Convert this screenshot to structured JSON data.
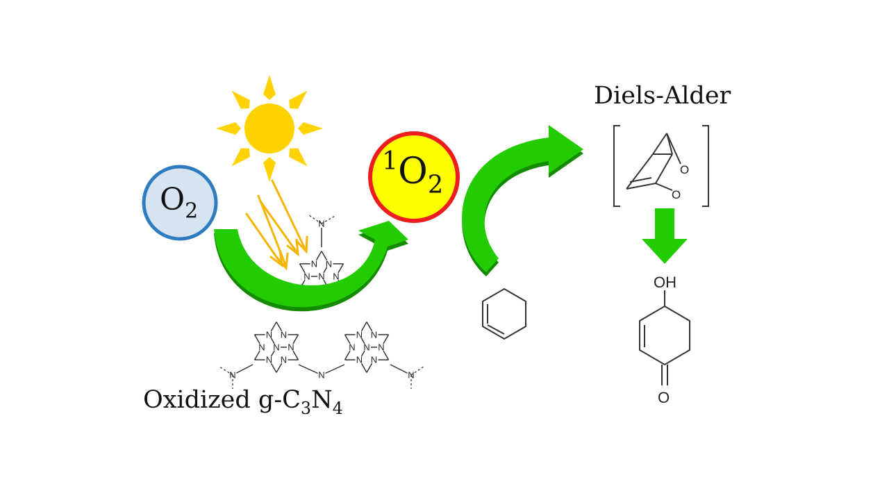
{
  "diagram": {
    "oxygen": {
      "symbol": "O",
      "subscript": "2"
    },
    "singlet_oxygen": {
      "superscript": "1",
      "symbol": "O",
      "subscript": "2"
    },
    "catalyst": {
      "prefix": "Oxidized g-C",
      "sub1": "3",
      "mid": "N",
      "sub2": "4"
    },
    "reaction_label": "Diels-Alder",
    "atoms": {
      "nitrogen": "N",
      "oxygen_atom": "O",
      "hydroxyl": "OH"
    },
    "colors": {
      "o2_fill": "#d6e4f2",
      "o2_stroke": "#2e7bc0",
      "singlet_fill": "#ffff00",
      "singlet_stroke": "#ee1c1c",
      "arrow_green": "#22cc00",
      "arrow_shadow": "#138a00",
      "sun": "#ffd200",
      "light_rays": "#f5b400"
    }
  }
}
